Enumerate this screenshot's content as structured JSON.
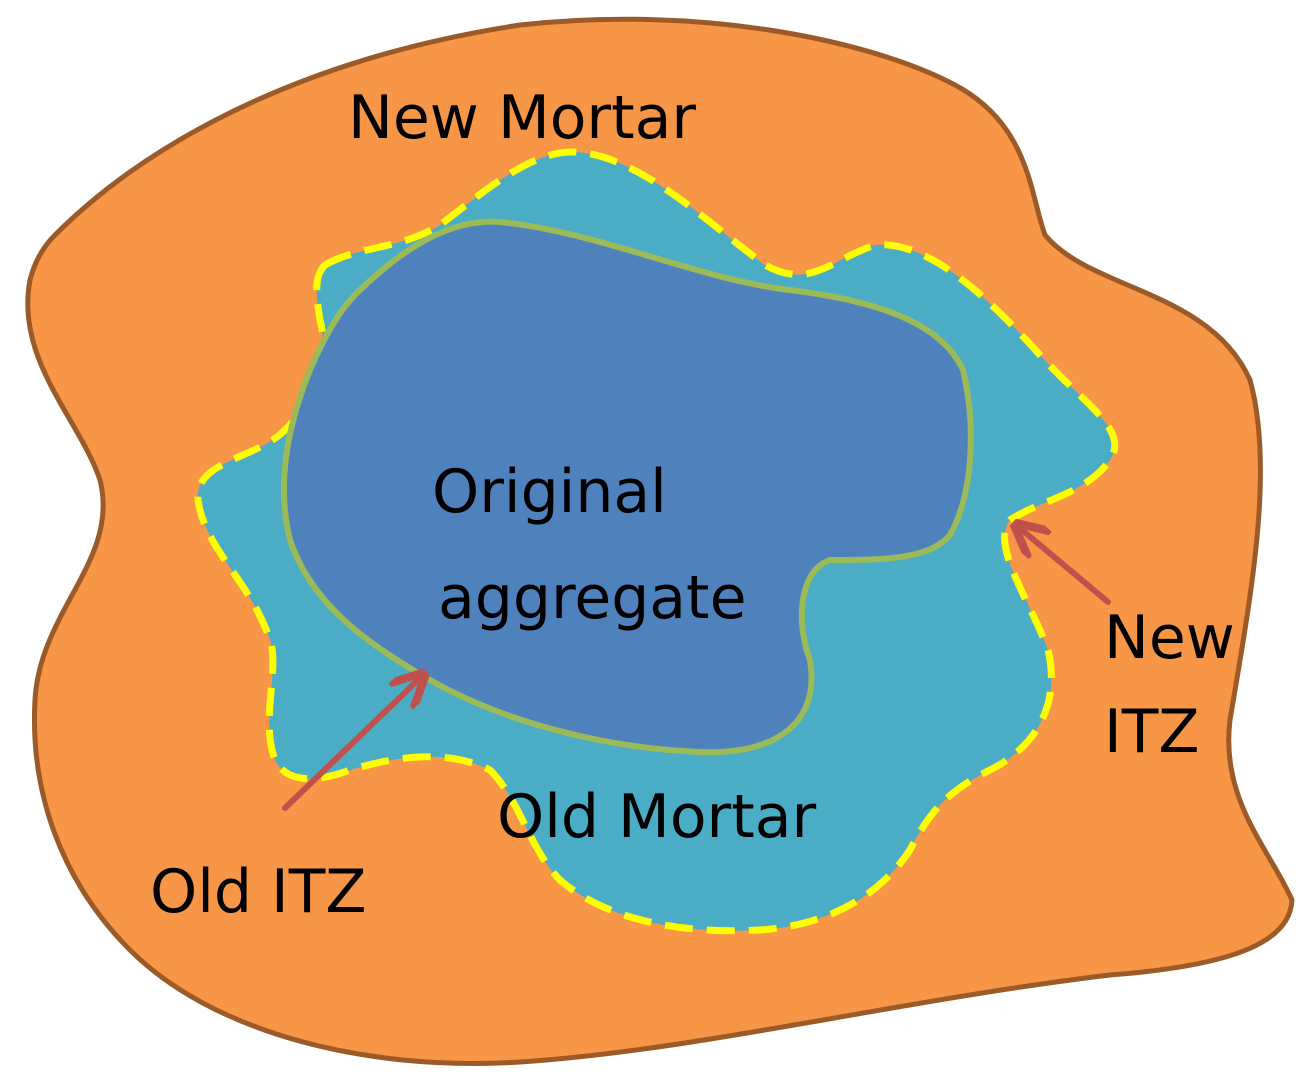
{
  "labels": {
    "new_mortar": "New Mortar",
    "original_aggregate_line1": "Original",
    "original_aggregate_line2": "aggregate",
    "new_itz_line1": "New",
    "new_itz_line2": "ITZ",
    "old_mortar": "Old Mortar",
    "old_itz": "Old ITZ"
  },
  "colors": {
    "new_mortar_fill": "#F79646",
    "new_mortar_outline": "#9C5A28",
    "old_mortar_fill": "#4BACC6",
    "new_itz_line": "#FFFF00",
    "aggregate_fill": "#4F81BD",
    "old_itz_line": "#9BBB59",
    "arrow": "#C0504D"
  }
}
